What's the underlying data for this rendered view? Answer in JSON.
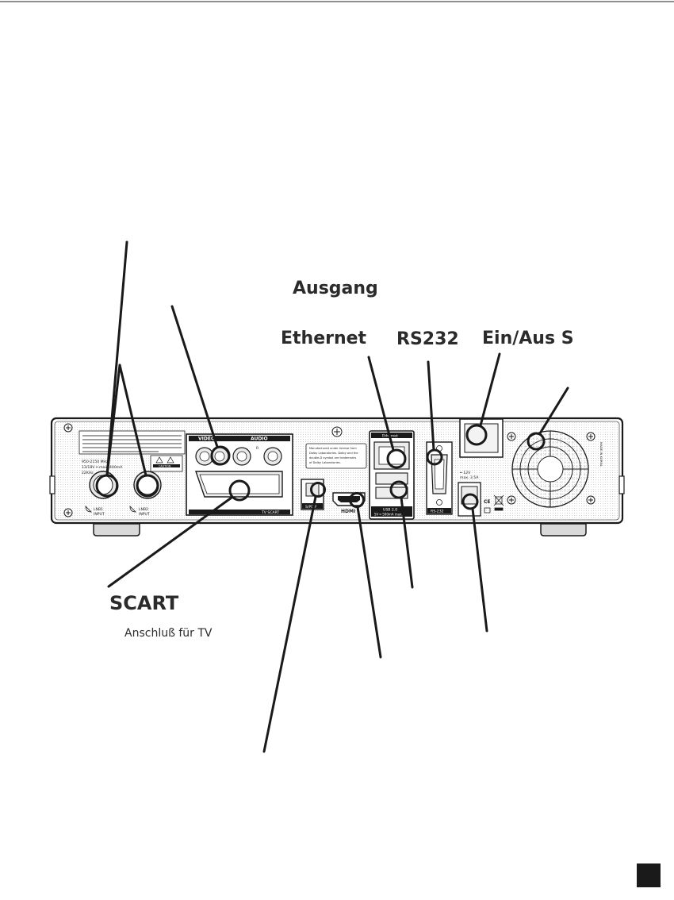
{
  "callouts": {
    "ausgang": "Ausgang",
    "ethernet": "Ethernet",
    "rs232": "RS232",
    "ein_aus": "Ein/Aus S",
    "scart": "SCART",
    "scart_sub": "Anschluß für TV"
  },
  "device": {
    "video_label": "VIDEO",
    "audio_label": "AUDIO",
    "audio_r": "R",
    "tv_scart": "TV SCART",
    "lnb1": "LNB1",
    "lnb1_sub": "INPUT",
    "lnb2": "LNB2",
    "lnb2_sub": "INPUT",
    "spdif": "S/PDIF",
    "hdmi": "HDMI",
    "ethernet_port": "Ethernet",
    "usb": "USB 2.0",
    "usb_power": "5V ═ 500mA max.",
    "rs232_port": "RS-232",
    "power_v": "═ 12V",
    "power_a": "max. 3.5A",
    "freq": "950-2150 MHz",
    "lnb_power": "13/18V ═ max. 400mA",
    "khz": "22KHz",
    "made_in": "MADE IN KOREA",
    "dolby_1": "Manufactured under license from",
    "dolby_2": "Dolby Laboratories. Dolby and the",
    "dolby_3": "double-D symbol are trademarks",
    "dolby_4": "of Dolby Laboratories.",
    "caution": "CAUTION",
    "ce": "CE"
  },
  "colors": {
    "ink": "#1a1a1a",
    "text": "#2b2b2b",
    "panel_fill": "#f1f1f1",
    "dots": "#bdbdbd"
  }
}
